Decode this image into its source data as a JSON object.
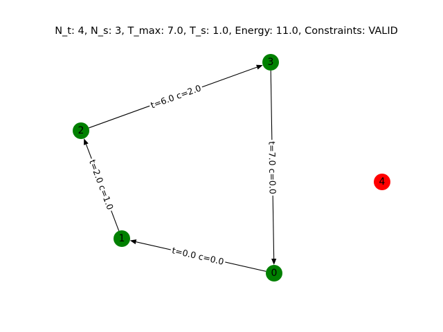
{
  "title": "N_t: 4, N_s: 3, T_max: 7.0, T_s: 1.0, Energy: 11.0, Constraints: VALID",
  "colors": {
    "active_node": "#008000",
    "inactive_node": "#ff0000",
    "edge": "#000000",
    "background": "#ffffff"
  },
  "nodes": [
    {
      "id": "0",
      "label": "0",
      "status": "active"
    },
    {
      "id": "1",
      "label": "1",
      "status": "active"
    },
    {
      "id": "2",
      "label": "2",
      "status": "active"
    },
    {
      "id": "3",
      "label": "3",
      "status": "active"
    },
    {
      "id": "4",
      "label": "4",
      "status": "inactive"
    }
  ],
  "edges": [
    {
      "from": "0",
      "to": "1",
      "label": "t=0.0 c=0.0"
    },
    {
      "from": "1",
      "to": "2",
      "label": "t=2.0 c=1.0"
    },
    {
      "from": "2",
      "to": "3",
      "label": "t=6.0 c=2.0"
    },
    {
      "from": "3",
      "to": "0",
      "label": "t=7.0 c=0.0"
    }
  ]
}
